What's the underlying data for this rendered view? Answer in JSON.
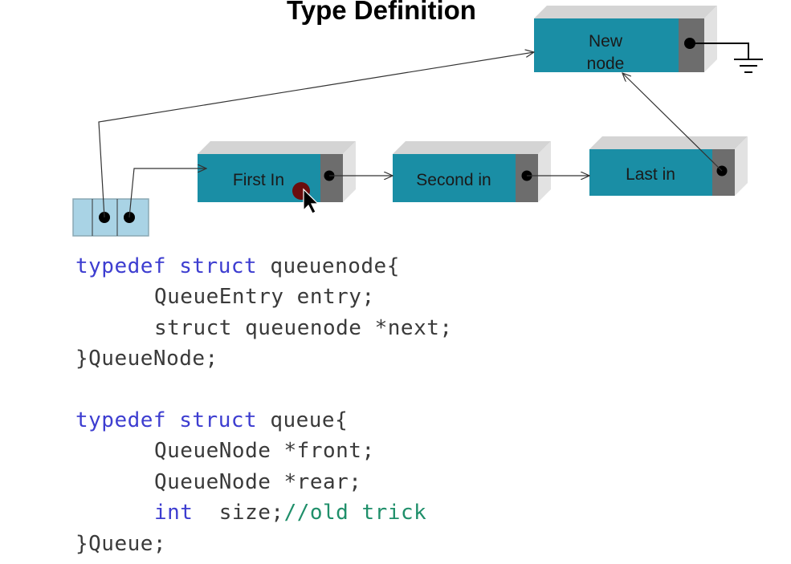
{
  "title": "Type Definition",
  "colors": {
    "node_face": "#1a8ea5",
    "node_top": "#d4d4d4",
    "node_side": "#e0e0e0",
    "pointer_cell": "#6d6d6d",
    "queue_box": "#a9d3e5",
    "keyword": "#3d3dd0",
    "comment": "#1f8f6a"
  },
  "nodes": {
    "new_node": {
      "line1": "New",
      "line2": "node"
    },
    "first_in": {
      "label": "First In"
    },
    "second_in": {
      "label": "Second in"
    },
    "last_in": {
      "label": "Last in"
    }
  },
  "icons": {
    "ground": "ground-symbol-icon",
    "cursor": "mouse-cursor-icon"
  },
  "code": {
    "block1": {
      "kw1": "typedef",
      "kw2": "struct",
      "head": "queuenode{",
      "line2": "QueueEntry entry;",
      "line3_kw": "struct",
      "line3_rest": "queuenode *next;",
      "close": "}QueueNode;"
    },
    "block2": {
      "kw1": "typedef",
      "kw2": "struct",
      "head": "queue{",
      "line2": "QueueNode *front;",
      "line3": "QueueNode *rear;",
      "line4_kw": "int",
      "line4_rest": "size;",
      "line4_comment": "//old trick",
      "close": "}Queue;"
    }
  }
}
